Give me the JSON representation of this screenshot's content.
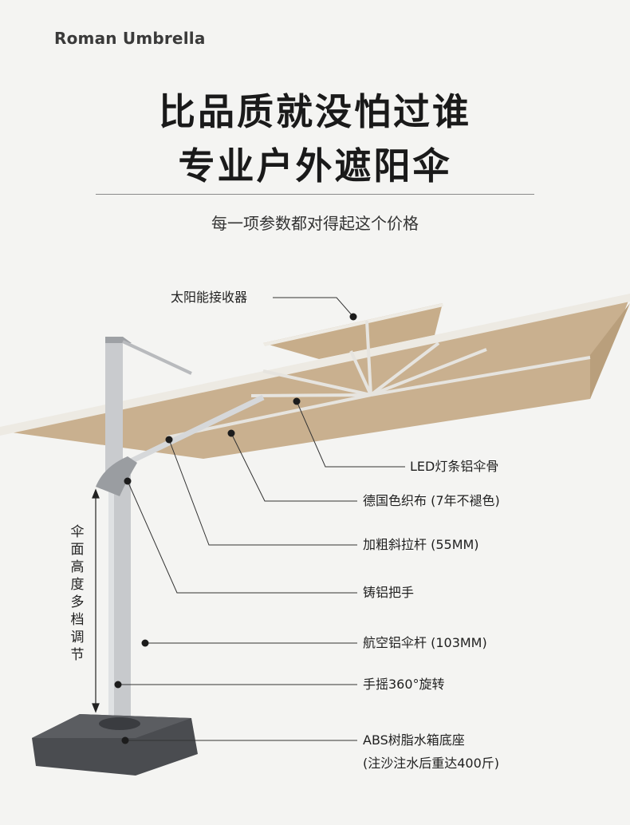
{
  "brand": "Roman Umbrella",
  "headline": {
    "line1": "比品质就没怕过谁",
    "line2": "专业户外遮阳伞"
  },
  "subtitle": "每一项参数都对得起这个价格",
  "height_label": "伞面高度多档调节",
  "callouts": {
    "solar": "太阳能接收器",
    "led": "LED灯条铝伞骨",
    "fabric": "德国色织布 (7年不褪色)",
    "strut": "加粗斜拉杆 (55MM)",
    "handle": "铸铝把手",
    "pole": "航空铝伞杆 (103MM)",
    "rotate": "手摇360°旋转",
    "base_line1": "ABS树脂水箱底座",
    "base_line2": "(注沙注水后重达400斤)"
  },
  "colors": {
    "background": "#f4f4f2",
    "canopy": "#c9b08f",
    "canopy_top": "#ece9e2",
    "pole": "#c7c9cc",
    "base": "#4a4c50",
    "leader": "#333333"
  }
}
